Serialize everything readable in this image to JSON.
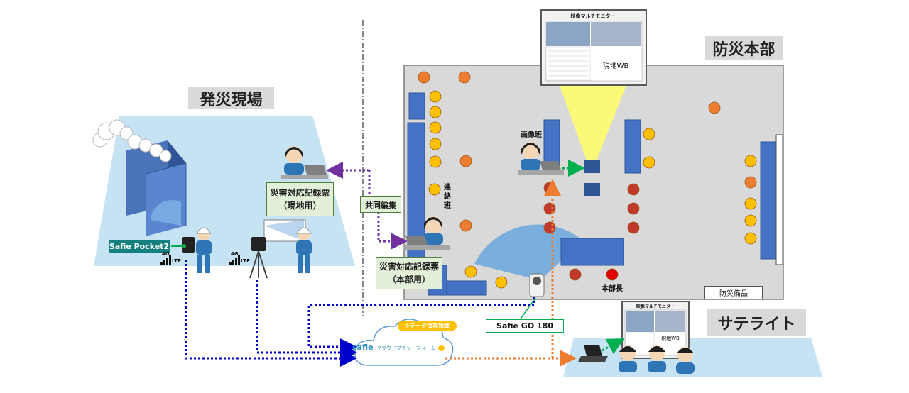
{
  "sections": {
    "site": "発災現場",
    "hq": "防災本部",
    "satellite": "サテライト"
  },
  "devices": {
    "pocket": "Safie Pocket2",
    "go": "Safie GO 180",
    "net_4g_a": "4G",
    "net_lte_a": "LTE",
    "net_4g_b": "4G",
    "net_lte_b": "LTE"
  },
  "record_site": {
    "line1": "災害対応記録票",
    "line2": "（現地用）"
  },
  "record_hq": {
    "line1": "災害対応記録票",
    "line2": "（本部用）"
  },
  "co_edit": "共同編集",
  "teams": {
    "image_team": "画像班",
    "liaison_team": "連絡班",
    "hq_chief": "本部長",
    "supplies": "防災備品"
  },
  "monitor_hq": {
    "title": "映像マルチモニター",
    "wb_label": "現地WB"
  },
  "monitor_sat": {
    "title": "映像マルチモニター",
    "wb_label": "現地WB"
  },
  "cloud": {
    "brand": "safie",
    "platform": "クラウドプラットフォーム",
    "storage_badge": "②データ保存領域"
  },
  "colors": {
    "floor": "#d9d9d9",
    "site_area": "#c5e3f3",
    "desk": "#4472c4",
    "yellow_seat": "#ffc000",
    "orange_seat": "#ed7d31",
    "red_seat": "#c0392b",
    "blue_link": "#0000cc",
    "purple_link": "#7030a0",
    "orange_link": "#ed7d31",
    "green_link": "#00b050"
  }
}
